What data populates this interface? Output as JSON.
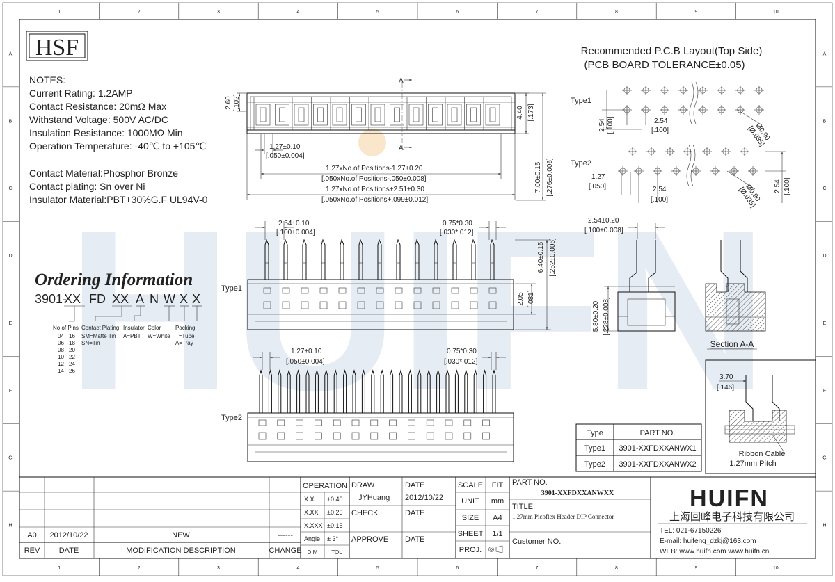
{
  "drawing": {
    "logo_hsf": "HSF",
    "zone_columns": [
      "1",
      "2",
      "3",
      "4",
      "5",
      "6",
      "7",
      "8",
      "9",
      "10"
    ],
    "zone_rows": [
      "A",
      "B",
      "C",
      "D",
      "E",
      "F",
      "G",
      "H"
    ],
    "watermark_text": "HUIFN",
    "notes": [
      "NOTES:",
      "Current Rating: 1.2AMP",
      "Contact Resistance: 20mΩ Max",
      "Withstand Voltage: 500V AC/DC",
      "Insulation Resistance: 1000MΩ Min",
      "Operation Temperature: -40℃ to +105℃"
    ],
    "materials": [
      "Contact Material:Phosphor Bronze",
      "Contact plating: Sn over Ni",
      "Insulator Material:PBT+30%G.F UL94V-0"
    ],
    "ordering": {
      "title": "Ordering Information",
      "code_parts": [
        "3901-",
        "XX",
        "FD",
        "XX",
        "A",
        "N",
        "W",
        "X",
        "X"
      ],
      "labels": {
        "no_of_pins": "No.of Pins",
        "contact_plating": "Contact Plating",
        "insulator": "Insulator",
        "color": "Color",
        "packing": "Packing"
      },
      "pins_left": [
        "04",
        "06",
        "08",
        "10",
        "12",
        "14"
      ],
      "pins_right": [
        "16",
        "18",
        "20",
        "22",
        "24",
        "26"
      ],
      "plating": [
        "SM=Matte Tin",
        "SN=Tin"
      ],
      "insulator": [
        "A=PBT"
      ],
      "color": [
        "W=White"
      ],
      "packing": [
        "T=Tube",
        "A=Tray"
      ]
    },
    "pcb_layout": {
      "title": "Recommended P.C.B Layout(Top Side)",
      "subtitle": "(PCB BOARD TOLERANCE±0.05)",
      "type1_label": "Type1",
      "type2_label": "Type2",
      "t1_pitch_v": "2.54",
      "t1_pitch_v_in": "[.100]",
      "t1_pitch_h": "2.54",
      "t1_pitch_h_in": "[.100]",
      "t1_hole": "Ø0.90",
      "t1_hole_in": "[Ø.035]",
      "t2_offset": "1.27",
      "t2_offset_in": "[.050]",
      "t2_pitch_h": "2.54",
      "t2_pitch_h_in": "[.100]",
      "t2_hole": "Ø0.90",
      "t2_hole_in": "[Ø.035]",
      "t2_pitch_v": "2.54",
      "t2_pitch_v_in": "[.100]"
    },
    "top_view": {
      "section_mark": "A",
      "height": "2.60",
      "height_in": "[.102]",
      "depth": "4.40",
      "depth_in": "[.173]",
      "pitch": "1.27±0.10",
      "pitch_in": "[.050±0.004]",
      "dim_a": "1.27xNo.of Positions-1.27±0.20",
      "dim_a_in": "[.050xNo.of Positions-.050±0.008]",
      "dim_b": "1.27xNo.of Positions+2.51±0.30",
      "dim_b_in": "[.050xNo.of Positions+.099±0.012]",
      "overall_h": "7.00±0.15",
      "overall_h_in": "[.276±0.006]"
    },
    "type1_view": {
      "label": "Type1",
      "pitch": "2.54±0.10",
      "pitch_in": "[.100±0.004]",
      "pin": "0.75*0.30",
      "pin_in": "[.030*.012]",
      "pin_h": "6.40±0.15",
      "pin_h_in": "[.252±0.006]",
      "body_h": "2.05",
      "body_h_in": "[.081]"
    },
    "type2_view": {
      "label": "Type2",
      "pitch": "1.27±0.10",
      "pitch_in": "[.050±0.004]",
      "pin": "0.75*0.30",
      "pin_in": "[.030*.012]"
    },
    "side_view": {
      "width": "2.54±0.20",
      "width_in": "[.100±0.008]",
      "height": "5.80±0.20",
      "height_in": "[.228±0.008]",
      "section_label": "Section A-A"
    },
    "cable_detail": {
      "dim": "3.70",
      "dim_in": "[.146]",
      "caption_1": "Ribbon Cable",
      "caption_2": "1.27mm Pitch"
    },
    "part_table": {
      "header": [
        "Type",
        "PART NO."
      ],
      "rows": [
        [
          "Type1",
          "3901-XXFDXXANWX1"
        ],
        [
          "Type2",
          "3901-XXFDXXANWX2"
        ]
      ]
    },
    "title_block": {
      "rev_row": {
        "rev": "A0",
        "date": "2012/10/22",
        "description": "NEW",
        "change": "------"
      },
      "rev_header": {
        "rev": "REV",
        "date": "DATE",
        "description": "MODIFICATION DESCRIPTION",
        "change": "CHANGE"
      },
      "operation": "OPERATION",
      "tolerances": [
        {
          "k": "X.X",
          "v": "±0.40"
        },
        {
          "k": "X.XX",
          "v": "±0.25"
        },
        {
          "k": "X.XXX",
          "v": "±0.15"
        },
        {
          "k": "Angle",
          "v": "± 3°"
        }
      ],
      "dim_label": "DIM",
      "tol_label": "TOL",
      "draw_label": "DRAW",
      "drawer": "JYHuang",
      "check_label": "CHECK",
      "approve_label": "APPROVE",
      "date_label": "DATE",
      "draw_date": "2012/10/22",
      "scale_label": "SCALE",
      "scale_value": "FIT",
      "unit_label": "UNIT",
      "unit_value": "mm",
      "size_label": "SIZE",
      "size_value": "A4",
      "sheet_label": "SHEET",
      "sheet_value": "1/1",
      "proj_label": "PROJ.",
      "part_no_label": "PART NO.",
      "part_no": "3901-XXFDXXANWXX",
      "title_label": "TITLE:",
      "title": "1.27mm Picoflex Header DIP Connector",
      "customer_no_label": "Customer NO.",
      "company_logo": "HUIFN",
      "company_name": "上海回峰电子科技有限公司",
      "tel": "TEL: 021-67150226",
      "email": "E-mail: huifeng_dzkj@163.com",
      "web": "WEB: www.huifn.com  www.huifn.cn"
    }
  }
}
